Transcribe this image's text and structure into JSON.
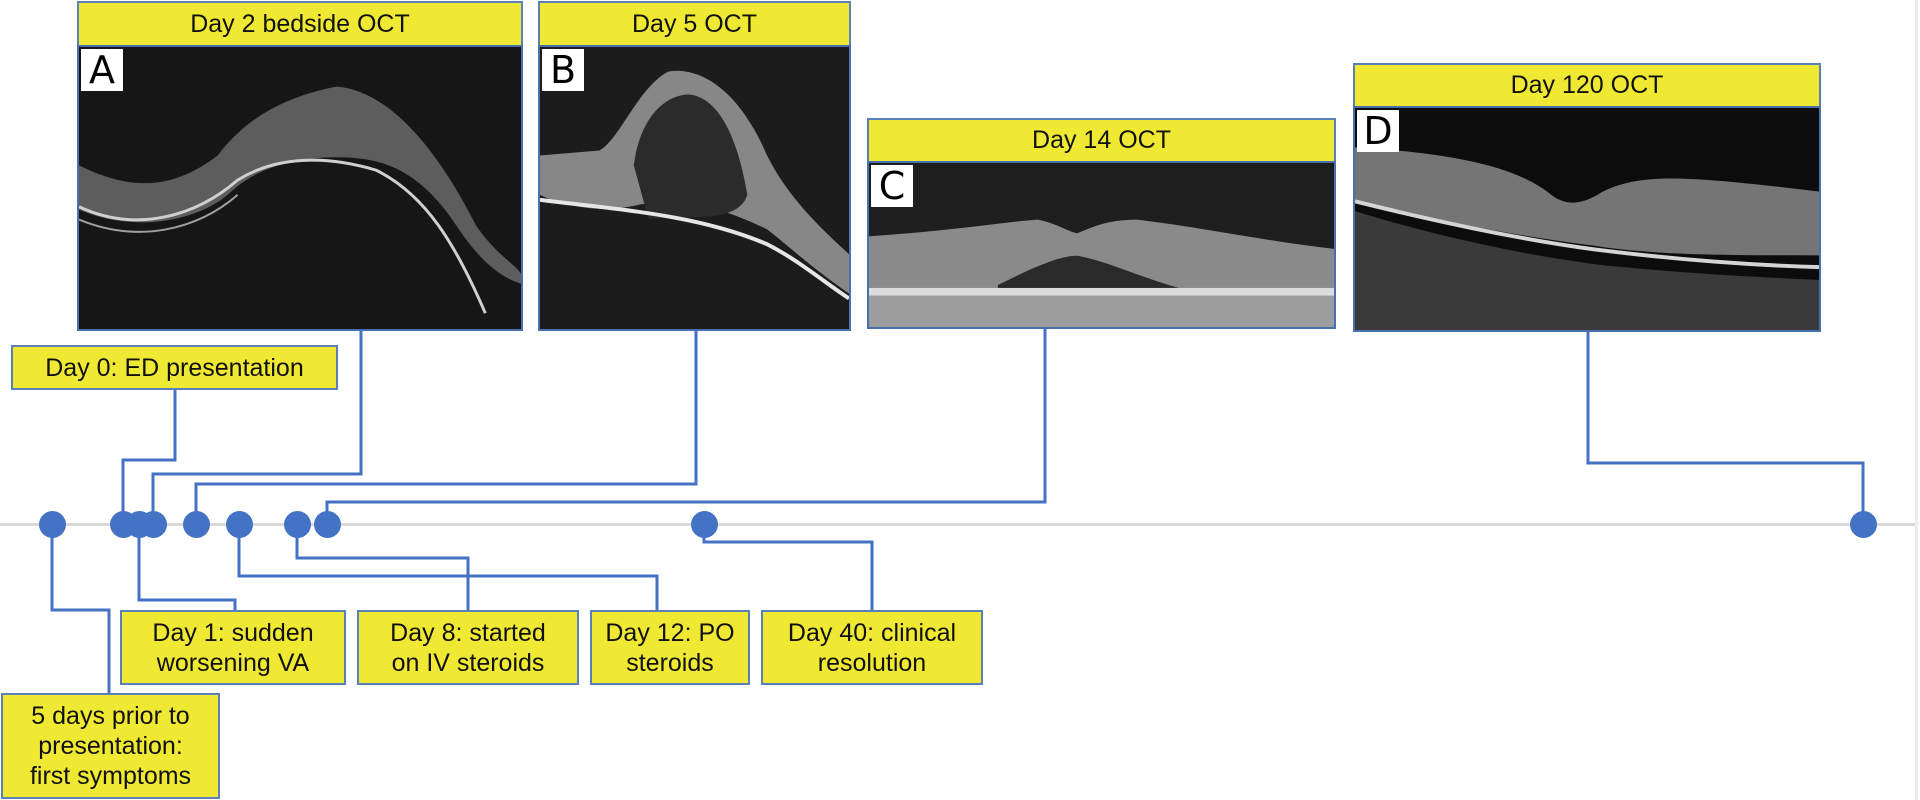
{
  "figure": {
    "timeline_color": "#4472c4",
    "axis_color": "#d9d9d9",
    "label_fill": "#f0e933",
    "label_border": "#5b7fb8"
  },
  "panels": [
    {
      "letter": "A",
      "title": "Day 2 bedside OCT"
    },
    {
      "letter": "B",
      "title": "Day 5 OCT"
    },
    {
      "letter": "C",
      "title": "Day 14 OCT"
    },
    {
      "letter": "D",
      "title": "Day 120 OCT"
    }
  ],
  "events": [
    {
      "label": "5 days prior to\npresentation:\nfirst symptoms"
    },
    {
      "label": "Day 0: ED presentation"
    },
    {
      "label": "Day 1: sudden\nworsening VA"
    },
    {
      "label": "Day 8: started\non IV steroids"
    },
    {
      "label": "Day 12: PO\nsteroids"
    },
    {
      "label": "Day 40: clinical\nresolution"
    }
  ],
  "chart_data": {
    "type": "timeline",
    "title": "",
    "points": [
      {
        "day": -5,
        "label": "5 days prior to presentation: first symptoms",
        "side": "below"
      },
      {
        "day": 0,
        "label": "Day 0: ED presentation",
        "side": "above"
      },
      {
        "day": 1,
        "label": "Day 1: sudden worsening VA",
        "side": "below"
      },
      {
        "day": 2,
        "label": "Day 2 bedside OCT",
        "side": "above",
        "panel": "A"
      },
      {
        "day": 5,
        "label": "Day 5 OCT",
        "side": "above",
        "panel": "B"
      },
      {
        "day": 8,
        "label": "Day 8: started on IV steroids",
        "side": "below"
      },
      {
        "day": 12,
        "label": "Day 12: PO steroids",
        "side": "below"
      },
      {
        "day": 14,
        "label": "Day 14 OCT",
        "side": "above",
        "panel": "C"
      },
      {
        "day": 40,
        "label": "Day 40: clinical resolution",
        "side": "below"
      },
      {
        "day": 120,
        "label": "Day 120 OCT",
        "side": "above",
        "panel": "D"
      }
    ]
  }
}
